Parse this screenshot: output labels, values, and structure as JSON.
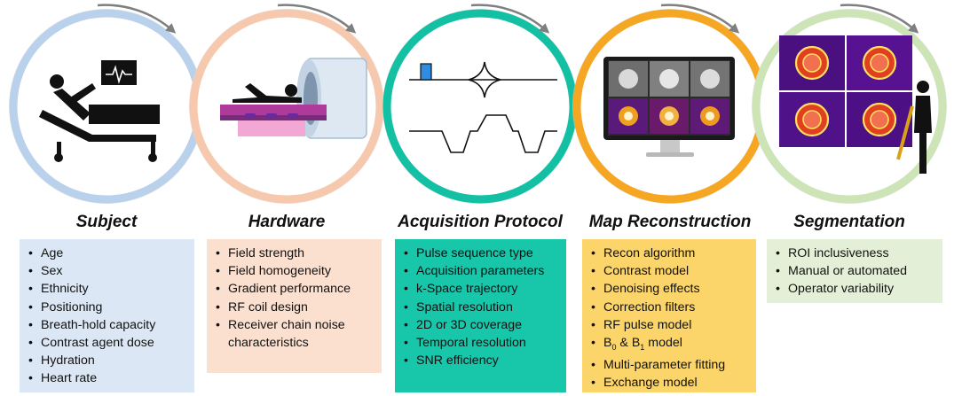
{
  "stages": [
    {
      "title": "Subject",
      "ring_color": "#bad1ec",
      "box_color": "#dce7f5",
      "items": [
        "Age",
        "Sex",
        "Ethnicity",
        "Positioning",
        "Breath-hold capacity",
        "Contrast agent dose",
        "Hydration",
        "Heart rate"
      ]
    },
    {
      "title": "Hardware",
      "ring_color": "#f6c9ae",
      "box_color": "#fbdfcf",
      "items": [
        "Field strength",
        "Field homogeneity",
        "Gradient performance",
        "RF coil design",
        "Receiver chain noise characteristics"
      ]
    },
    {
      "title": "Acquisition Protocol",
      "ring_color": "#14c0a4",
      "box_color": "#18c6aa",
      "items": [
        "Pulse sequence type",
        "Acquisition parameters",
        "k-Space trajectory",
        "Spatial resolution",
        "2D or 3D coverage",
        "Temporal resolution",
        "SNR efficiency"
      ]
    },
    {
      "title": "Map Reconstruction",
      "ring_color": "#f5a623",
      "box_color": "#fbd46a",
      "items": [
        "Recon algorithm",
        "Contrast model",
        "Denoising effects",
        "Correction filters",
        "RF pulse model",
        "B0 & B1 model",
        "Multi-parameter fitting",
        "Exchange model"
      ]
    },
    {
      "title": "Segmentation",
      "ring_color": "#cde4b6",
      "box_color": "#e3efd6",
      "items": [
        "ROI inclusiveness",
        "Manual or automated",
        "Operator variability"
      ]
    }
  ],
  "arrow_color": "#7f7f7f"
}
